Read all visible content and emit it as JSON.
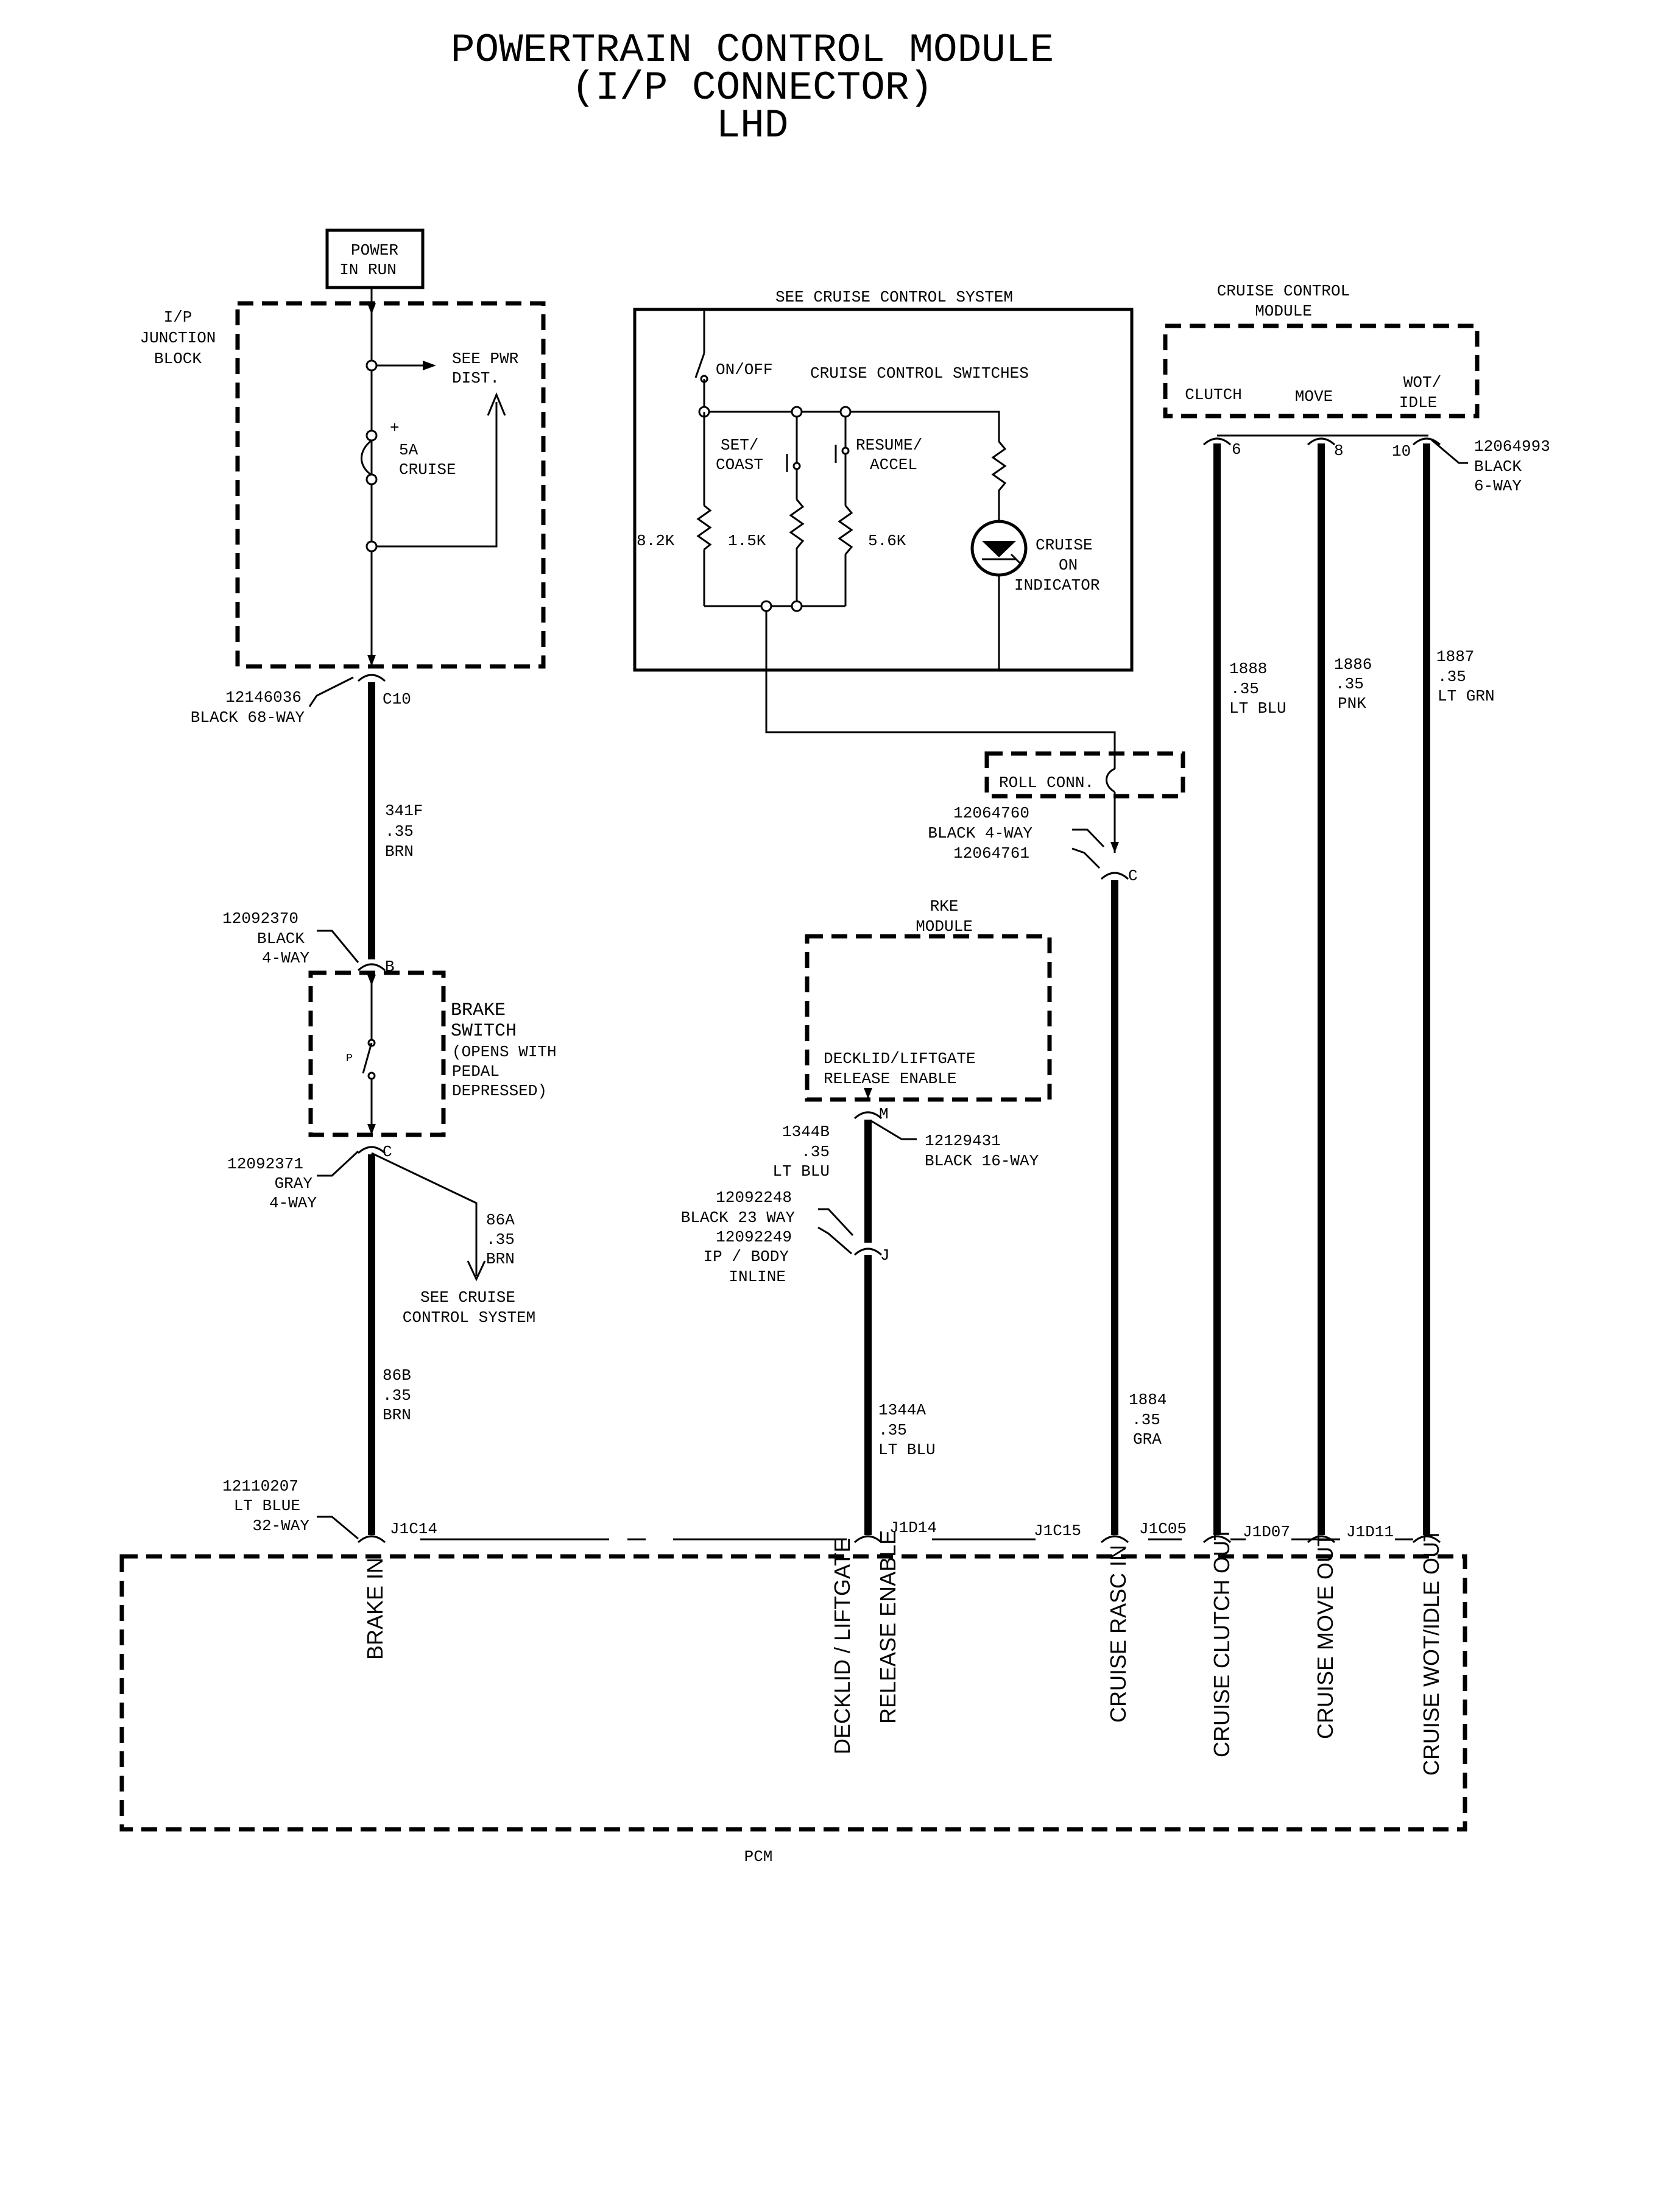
{
  "title": {
    "line1": "POWERTRAIN CONTROL MODULE",
    "line2": "(I/P CONNECTOR)",
    "line3": "LHD"
  },
  "power_box": {
    "line1": "POWER",
    "line2": "IN RUN"
  },
  "junction_block": {
    "label1": "I/P",
    "label2": "JUNCTION",
    "label3": "BLOCK",
    "see_pwr1": "SEE PWR",
    "see_pwr2": "DIST.",
    "fuse_plus": "+",
    "fuse1": "5A",
    "fuse2": "CRUISE"
  },
  "conn_c10": {
    "part": "12146036",
    "desc": "BLACK 68-WAY",
    "pin": "C10"
  },
  "wire_341f": {
    "circuit": "341F",
    "gauge": ".35",
    "color": "BRN"
  },
  "conn_brake_b": {
    "part": "12092370",
    "color": "BLACK",
    "ways": "4-WAY",
    "pin": "B"
  },
  "brake_switch": {
    "l1": "BRAKE",
    "l2": "SWITCH",
    "l3": "(OPENS WITH",
    "l4": "PEDAL",
    "l5": "DEPRESSED)"
  },
  "conn_brake_c": {
    "part": "12092371",
    "color": "GRAY",
    "ways": "4-WAY",
    "pin": "C"
  },
  "wire_86a": {
    "circuit": "86A",
    "gauge": ".35",
    "color": "BRN",
    "see1": "SEE CRUISE",
    "see2": "CONTROL SYSTEM"
  },
  "wire_86b": {
    "circuit": "86B",
    "gauge": ".35",
    "color": "BRN"
  },
  "conn_pcm": {
    "part": "12110207",
    "color": "LT BLUE",
    "ways": "32-WAY"
  },
  "cruise_switches": {
    "header": "SEE CRUISE CONTROL SYSTEM",
    "on_off": "ON/OFF",
    "switches": "CRUISE CONTROL SWITCHES",
    "set1": "SET/",
    "set2": "COAST",
    "res1": "RESUME/",
    "res2": "ACCEL",
    "r1": "8.2K",
    "r2": "1.5K",
    "r3": "5.6K",
    "ind1": "CRUISE",
    "ind2": "ON",
    "ind3": "INDICATOR"
  },
  "roll_conn": {
    "label": "ROLL CONN.",
    "part1": "12064760",
    "desc": "BLACK 4-WAY",
    "part2": "12064761",
    "pin": "C"
  },
  "wire_1884": {
    "circuit": "1884",
    "gauge": ".35",
    "color": "GRA"
  },
  "rke": {
    "title1": "RKE",
    "title2": "MODULE",
    "sig1": "DECKLID/LIFTGATE",
    "sig2": "RELEASE ENABLE",
    "pin": "M",
    "part": "12129431",
    "desc": "BLACK 16-WAY"
  },
  "wire_1344b": {
    "circuit": "1344B",
    "gauge": ".35",
    "color": "LT BLU"
  },
  "inline_j": {
    "part1": "12092248",
    "desc1": "BLACK 23 WAY",
    "part2": "12092249",
    "desc2": "IP / BODY",
    "desc3": "INLINE",
    "pin": "J"
  },
  "wire_1344a": {
    "circuit": "1344A",
    "gauge": ".35",
    "color": "LT BLU"
  },
  "ccm": {
    "title1": "CRUISE CONTROL",
    "title2": "MODULE",
    "clutch": "CLUTCH",
    "move": "MOVE",
    "wot1": "WOT/",
    "wot2": "IDLE",
    "pin6": "6",
    "pin8": "8",
    "pin10": "10",
    "part": "12064993",
    "color": "BLACK",
    "ways": "6-WAY"
  },
  "wire_1888": {
    "circuit": "1888",
    "gauge": ".35",
    "color": "LT BLU"
  },
  "wire_1886": {
    "circuit": "1886",
    "gauge": ".35",
    "color": "PNK"
  },
  "wire_1887": {
    "circuit": "1887",
    "gauge": ".35",
    "color": "LT GRN"
  },
  "pcm_pins": {
    "j1c14": "J1C14",
    "j1d14": "J1D14",
    "j1c15": "J1C15",
    "j1c05": "J1C05",
    "j1d07": "J1D07",
    "j1d11": "J1D11"
  },
  "pcm": {
    "label": "PCM",
    "brake_in": "BRAKE IN",
    "deck1": "DECKLID / LIFTGATE",
    "deck2": "RELEASE ENABLE",
    "rasc": "CRUISE RASC IN",
    "clutch": "CRUISE CLUTCH OUT",
    "move": "CRUISE MOVE OUT",
    "wot": "CRUISE WOT/IDLE OUT"
  }
}
